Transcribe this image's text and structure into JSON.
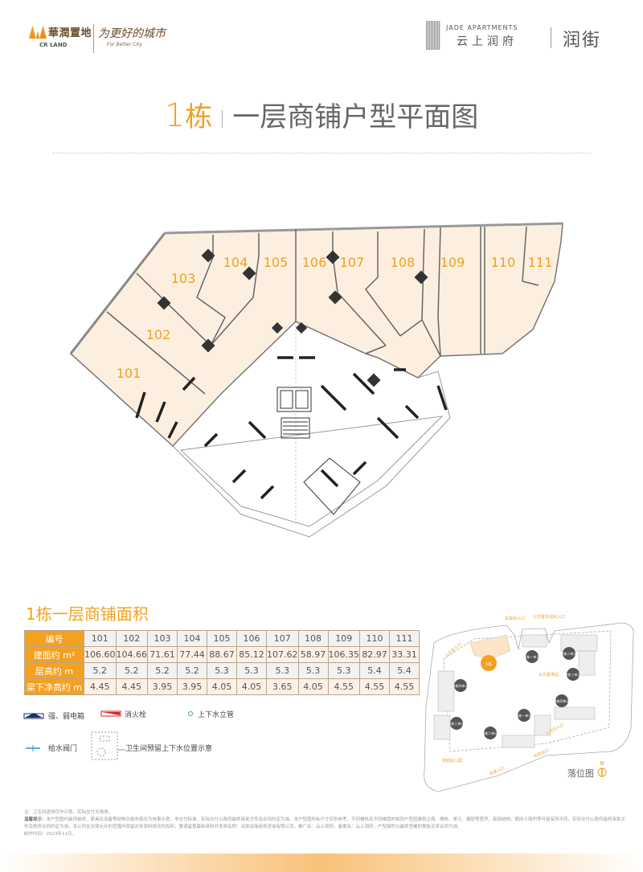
{
  "header": {
    "brand_cn": "華潤置地",
    "brand_en": "CR LAND",
    "slogan": "为更好的城市",
    "slogan_en": "For Better City",
    "project_en": "JADE APARTMENTS",
    "project_cn": "云上润府",
    "sub_brand": "润街"
  },
  "title": {
    "building_num": "1",
    "building_unit": "栋",
    "text": "一层商铺户型平面图"
  },
  "plan": {
    "units": [
      "101",
      "102",
      "103",
      "104",
      "105",
      "106",
      "107",
      "108",
      "109",
      "110",
      "111"
    ]
  },
  "area_table": {
    "title": "1栋一层商铺面积",
    "row_headers": [
      "编号",
      "建面约 m²",
      "层高约 m",
      "梁下净高约 m"
    ],
    "columns": [
      "101",
      "102",
      "103",
      "104",
      "105",
      "106",
      "107",
      "108",
      "109",
      "110",
      "111"
    ],
    "area": [
      "106.60",
      "104.66",
      "71.61",
      "77.44",
      "88.67",
      "85.12",
      "107.62",
      "58.97",
      "106.35",
      "82.97",
      "33.31"
    ],
    "floor_height": [
      "5.2",
      "5.2",
      "5.2",
      "5.2",
      "5.3",
      "5.3",
      "5.3",
      "5.3",
      "5.3",
      "5.4",
      "5.4"
    ],
    "clear_height": [
      "4.45",
      "4.45",
      "3.95",
      "3.95",
      "4.05",
      "4.05",
      "3.65",
      "4.05",
      "4.55",
      "4.55",
      "4.55"
    ]
  },
  "legend": {
    "electric_box": "强、弱电箱",
    "fire_hydrant": "消火栓",
    "water_pipe": "上下水立管",
    "water_valve": "给水阀门",
    "toilet_reserve": "卫生间预留上下水位置示意"
  },
  "site_map": {
    "title": "落位图",
    "north": "N",
    "labels": [
      "车库出入口",
      "公交首末站出入口",
      "人行主入口",
      "公交首末站",
      "人行次入口",
      "车库出口",
      "规划幼儿园",
      "车库入口"
    ],
    "highlight": "1栋",
    "buildings": [
      "2栋一单元",
      "2栋二单元",
      "2栋三单元",
      "2栋四单元",
      "3栋四单元",
      "3栋三单元",
      "3栋一单元",
      "3栋二单元"
    ]
  },
  "footer": {
    "note": "注：卫生间虚线仅作示意，实际交付无墙体。",
    "tip_label": "温馨提示：",
    "tip": "本户型图内装饰装修、家具及设备等结构功能布局仅为效果示意，非交付标准，实际交付以政府最终审批文件及合同约定为准。本户型图所标尺寸仅供参考，不同楼栋及不同楼层的相同户型因建筑立面、楼栋、单元、楼层等差异、局部结构、朝向人面积等可能有所不同，实际交付以政府最终审批文件及购房合同约定为准。本公司在法律允许的范围内保留对本资料修改的权利，敬请留意最新资料开发商名称：深圳运瑞商务咨询有限公司，推广名：云上润府，备案名：云上润府，户型面积以最终签署的预售买卖合同为准。",
    "date": "制作时间：2023年11月。"
  },
  "colors": {
    "accent": "#f4a021",
    "shop_fill": "#fdefe0",
    "unit_label": "#f0a020"
  }
}
